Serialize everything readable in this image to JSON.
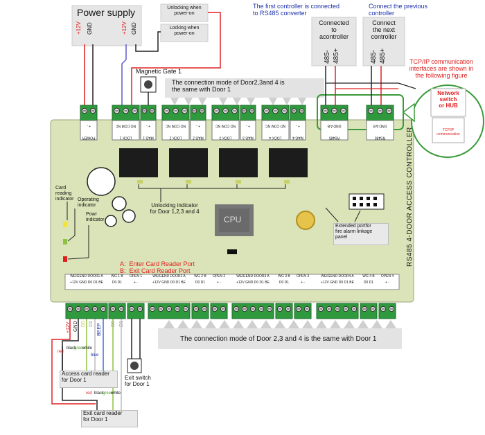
{
  "power_supply": {
    "title": "Power supply",
    "plus12v_1": "+12V",
    "gnd_1": "GND",
    "plus12v_2": "+12V",
    "gnd_2": "GND"
  },
  "lock_modes": {
    "unlocking": "Unlocking when\npower-on",
    "locking": "Locking when\npower-on"
  },
  "magnetic_gate": "Magnetic Gate 1",
  "same_top": "The connection mode of Door2,3and 4 is\nthe same with Door 1",
  "same_bottom": "The connection mode of Door 2,3 and 4 is the same with Door 1",
  "rs485": {
    "first_controller": "The first controller is connected\nto RS485 converter",
    "previous_controller": "Connect the previous\ncontroller",
    "to_acontroller": "Connected\nto\nacontroller",
    "next_controller": "Connect\nthe next\ncontroller",
    "minus1": "485-",
    "plus1": "485+",
    "minus2": "485-",
    "plus2": "485+",
    "tcpip_note": "TCP/IP communication\ninterfaces are shown in\nthe following figure",
    "network_switch": "Network\nswitch\nor HUB",
    "tcpip_comm": "TCP/IP\ncommunication"
  },
  "board": {
    "title": "RS485 4-DOOR ACCESS CONTROLLER",
    "cpu": "CPU",
    "top_terminals": [
      "POWER",
      "LOCK 1",
      "MAG 1",
      "LOCK 2",
      "MAG 2",
      "LOCK 3",
      "MAG 3",
      "LOCK 4",
      "MAG 4",
      "RS485",
      "RS485"
    ],
    "bottom_headers": [
      "WEIGEND DOOR1 A",
      "WG 1 B",
      "OPEN 1",
      "WEIGEND DOOR2 A",
      "WG 2 B",
      "OPEN 2",
      "WEIGEND DOOR3 A",
      "WG 3 B",
      "OPEN 3",
      "WEIGEND DOOR4 A",
      "WG 4 B",
      "OPEN 4"
    ],
    "pin_labels": {
      "a_port": "+12V GND D0 D1 BE",
      "b_port": "D0 D1",
      "open_port": "+ -",
      "lock_pins": "NO COM NC",
      "power_pins": "+ -",
      "rs485_pins": "GND A B"
    }
  },
  "indicators": {
    "card_reading": "Card\nreading\nindicator",
    "operating": "Operating\nindicator",
    "power": "Powr\nindicator",
    "unlocking": "Unlocking indicator\nfor Door 1,2,3 and 4"
  },
  "ports": {
    "a": "A:  Enter Card Reader Port",
    "b": "B:  Exit Card Reader Port"
  },
  "extended_port": "Extended portfor\nfire alarm linkage\npanel",
  "reader_wires": {
    "plus12v": "+12V",
    "gnd": "GND",
    "d0": "D0",
    "d1": "D1",
    "beep": "BEEP",
    "red": "red",
    "black": "black",
    "green": "green",
    "white": "white",
    "blue": "blue"
  },
  "bottom_labels": {
    "access_reader": "Access card reader\nfor Door 1",
    "exit_reader": "Exit card reader\nfor Door 1",
    "exit_switch": "Exit switch\nfor Door 1"
  },
  "colors": {
    "board": "#dbe3b8",
    "terminal": "#2f9a3d",
    "relay": "#1c1c1c",
    "red": "#e02020",
    "blue": "#1a2fa8",
    "wire_green": "#8fc23f"
  }
}
